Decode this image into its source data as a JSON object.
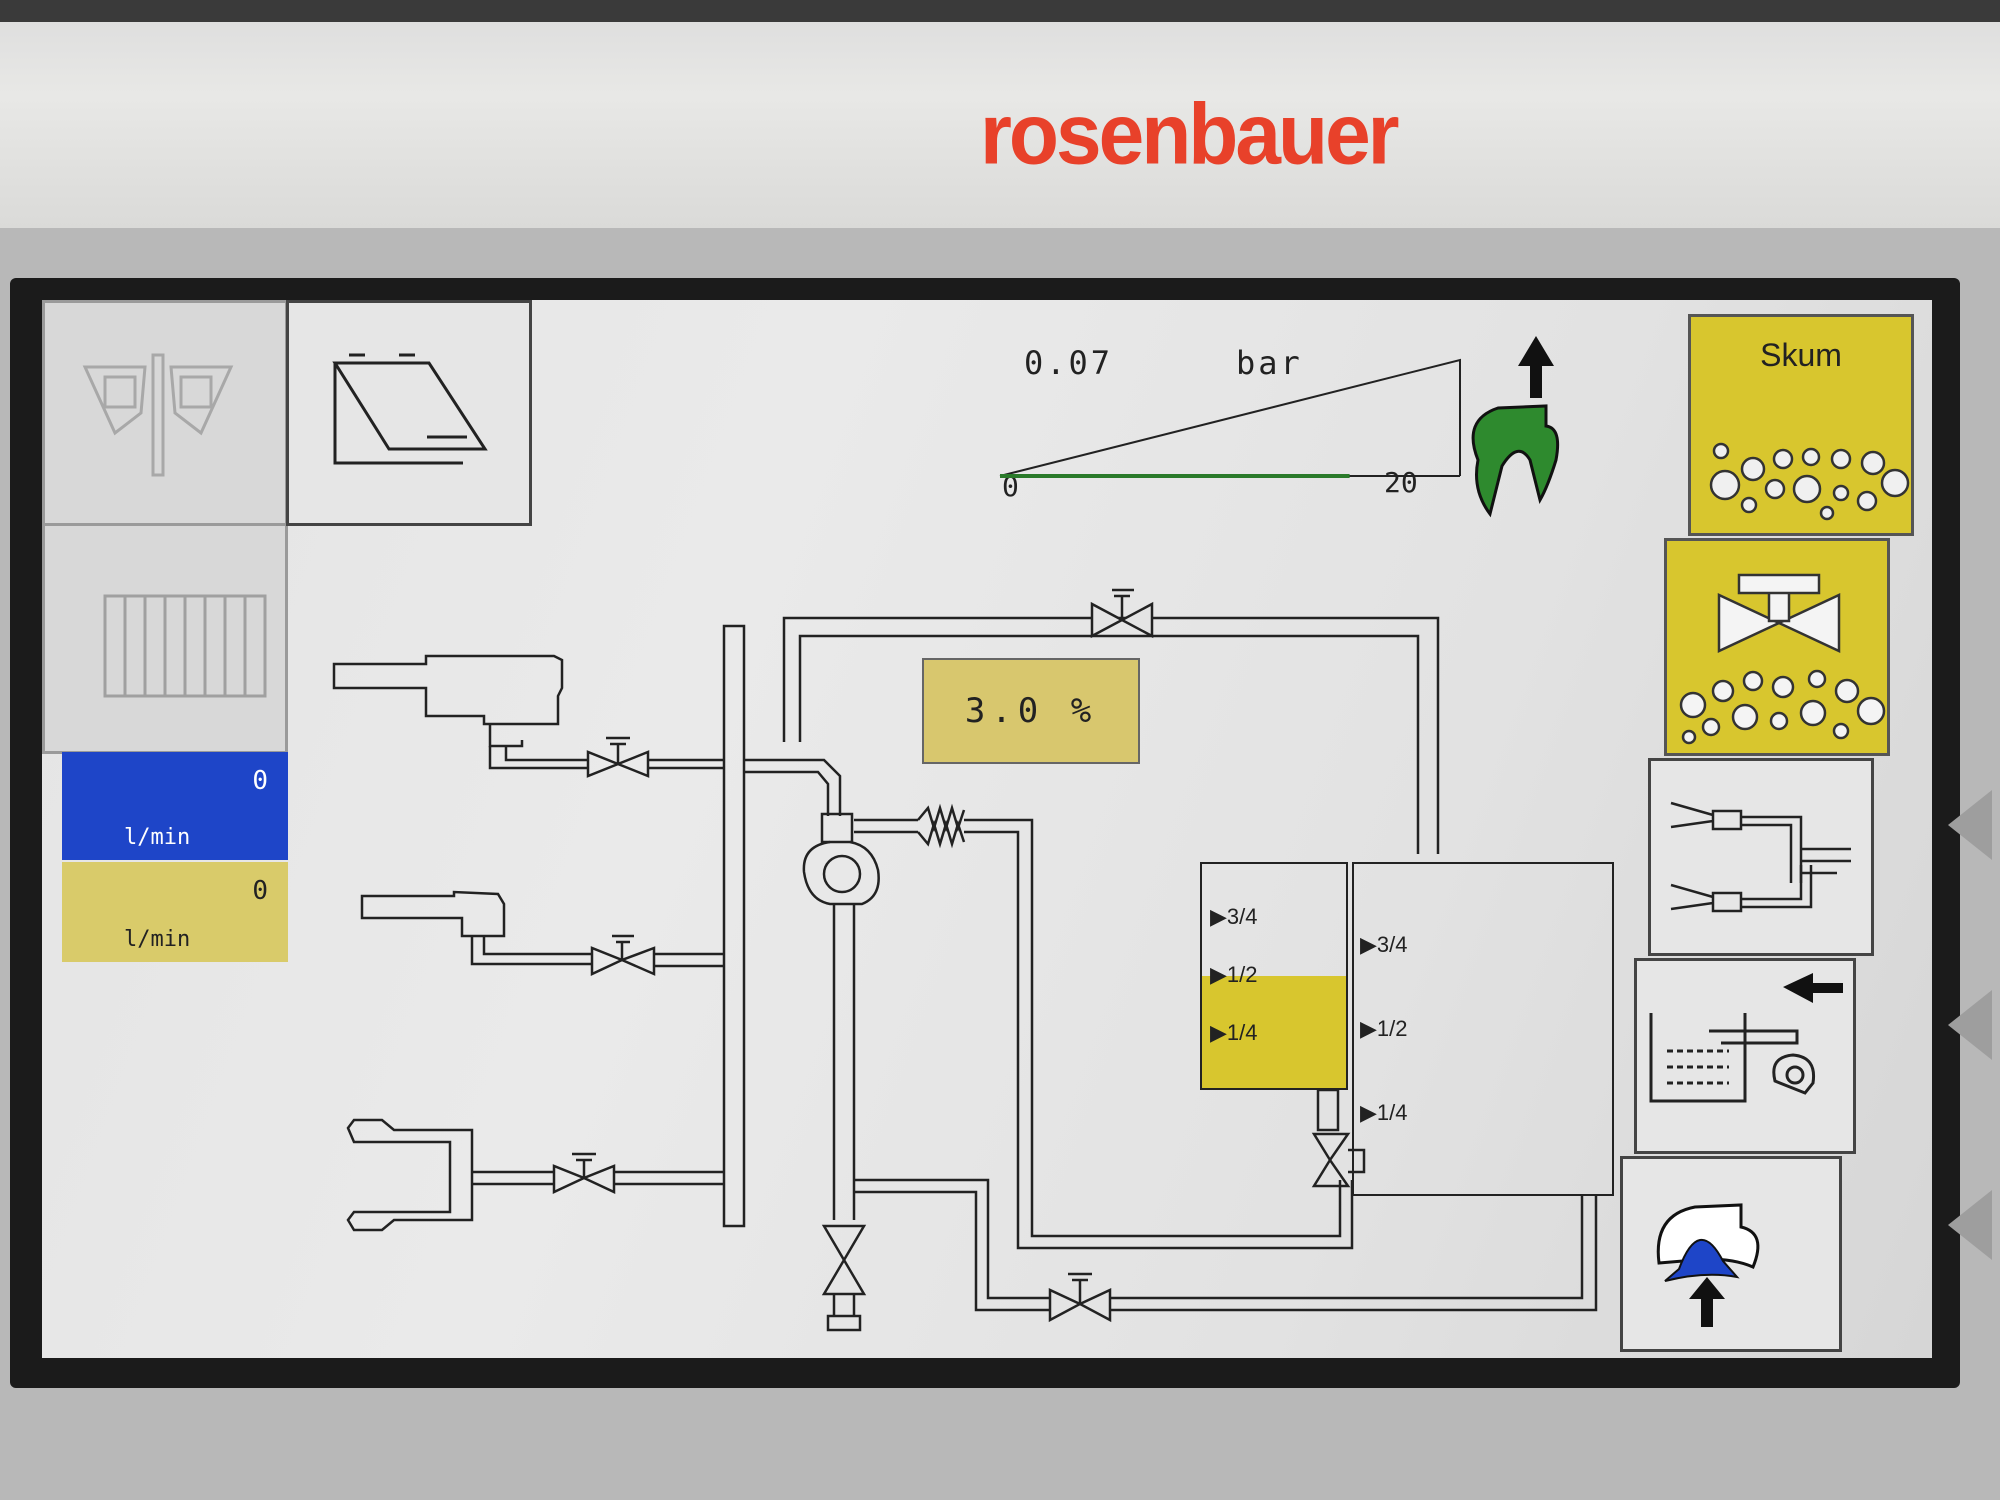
{
  "device": {
    "brand": "rosenbauer"
  },
  "colors": {
    "accent_yellow": "#d8c62e",
    "flow_blue": "#1e45c8",
    "brand_red": "#e8412a",
    "pressure_green": "#2a7a2a"
  },
  "left_panel": {
    "monitor_button_icon": "water-monitor-icon",
    "hose_reel_button_icon": "hose-reel-icon",
    "flow_water": {
      "value": "0",
      "unit": "l/min"
    },
    "flow_foam": {
      "value": "0",
      "unit": "l/min"
    }
  },
  "top_panel": {
    "display_button_icon": "display-toggle-icon"
  },
  "pressure_gauge": {
    "value": "0.07",
    "unit": "bar",
    "min": "0",
    "max": "20",
    "fraction": 0.0035
  },
  "foam_percent": {
    "value": "3.0 %"
  },
  "foam_tank": {
    "marks": [
      "3/4",
      "1/2",
      "1/4"
    ],
    "fill_fraction": 0.5
  },
  "water_tank": {
    "marks": [
      "3/4",
      "1/2",
      "1/4"
    ]
  },
  "right_panel": {
    "skum_label": "Skum",
    "buttons": [
      {
        "icon": "foam-icon",
        "active": true
      },
      {
        "icon": "foam-valve-icon",
        "active": true
      },
      {
        "icon": "nozzles-icon",
        "active": false
      },
      {
        "icon": "tank-fill-icon",
        "active": false
      },
      {
        "icon": "pump-icon",
        "active": false
      }
    ]
  }
}
